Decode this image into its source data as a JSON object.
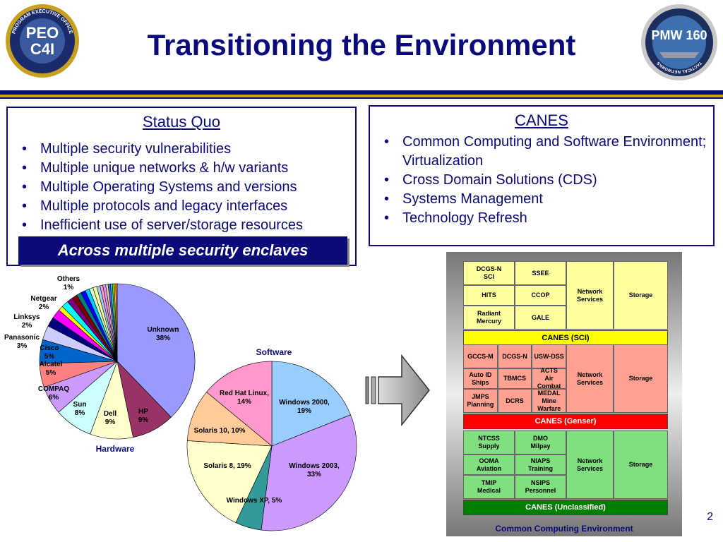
{
  "title": "Transitioning the Environment",
  "logos": {
    "left": {
      "line1": "PEO",
      "line2": "C4I",
      "ring_text": "PROGRAM EXECUTIVE OFFICE"
    },
    "right": {
      "text": "PMW 160",
      "ring_text": "TACTICAL NETWORKS"
    }
  },
  "status_quo": {
    "heading": "Status Quo",
    "items": [
      "Multiple security vulnerabilities",
      "Multiple unique networks & h/w variants",
      "Multiple Operating Systems and versions",
      "Multiple protocols and legacy interfaces",
      "Inefficient use of server/storage resources"
    ],
    "banner": "Across multiple security enclaves"
  },
  "canes": {
    "heading": "CANES",
    "items": [
      "Common Computing and Software Environment; Virtualization",
      "Cross Domain Solutions (CDS)",
      "Systems Management",
      "Technology Refresh"
    ]
  },
  "chart_data": [
    {
      "type": "pie",
      "title": "Hardware",
      "slices": [
        {
          "name": "Unknown",
          "label": "Unknown\n38%",
          "value": 38,
          "color": "#9999ff"
        },
        {
          "name": "HP",
          "label": "HP\n9%",
          "value": 9,
          "color": "#993366"
        },
        {
          "name": "Dell",
          "label": "Dell\n9%",
          "value": 9,
          "color": "#ffffcc"
        },
        {
          "name": "Sun",
          "label": "Sun\n8%",
          "value": 8,
          "color": "#ccffff"
        },
        {
          "name": "COMPAQ",
          "label": "COMPAQ\n6%",
          "value": 6,
          "color": "#cc99ff"
        },
        {
          "name": "Alcatel",
          "label": "Alcatel\n5%",
          "value": 5,
          "color": "#ff8080"
        },
        {
          "name": "Cisco",
          "label": "Cisco\n5%",
          "value": 5,
          "color": "#0066cc"
        },
        {
          "name": "Panasonic",
          "label": "Panasonic\n3%",
          "value": 3,
          "color": "#ccccff"
        },
        {
          "name": "Linksys",
          "label": "Linksys\n2%",
          "value": 2,
          "color": "#000080"
        },
        {
          "name": "Netgear",
          "label": "Netgear\n2%",
          "value": 2,
          "color": "#ff00ff"
        },
        {
          "name": "Others",
          "label": "Others\n1%",
          "value": 1,
          "color": "#ffff00"
        },
        {
          "value": 1.5,
          "color": "#00ffff"
        },
        {
          "value": 1.2,
          "color": "#800080"
        },
        {
          "value": 1.1,
          "color": "#800000"
        },
        {
          "value": 1,
          "color": "#008080"
        },
        {
          "value": 1,
          "color": "#0000ff"
        },
        {
          "value": 0.9,
          "color": "#00ccff"
        },
        {
          "value": 0.8,
          "color": "#ccffcc"
        },
        {
          "value": 0.8,
          "color": "#ffff99"
        },
        {
          "value": 0.7,
          "color": "#99ccff"
        },
        {
          "value": 0.6,
          "color": "#ff99cc"
        },
        {
          "value": 0.6,
          "color": "#cc99ff"
        },
        {
          "value": 0.5,
          "color": "#ffcc99"
        },
        {
          "value": 0.5,
          "color": "#3366ff"
        },
        {
          "value": 0.4,
          "color": "#33cccc"
        },
        {
          "value": 0.4,
          "color": "#99cc00"
        },
        {
          "value": 0.3,
          "color": "#ffcc00"
        },
        {
          "value": 0.3,
          "color": "#ff9900"
        }
      ]
    },
    {
      "type": "pie",
      "title": "Software",
      "slices": [
        {
          "name": "Windows 2000",
          "label": "Windows 2000,\n19%",
          "value": 19,
          "color": "#99ccff"
        },
        {
          "name": "Windows 2003",
          "label": "Windows 2003,\n33%",
          "value": 33,
          "color": "#cc99ff"
        },
        {
          "name": "Windows XP",
          "label": "Windows XP, 5%",
          "value": 5,
          "color": "#339999"
        },
        {
          "name": "Solaris 8",
          "label": "Solaris 8, 19%",
          "value": 19,
          "color": "#ffffcc"
        },
        {
          "name": "Solaris 10",
          "label": "Solaris 10, 10%",
          "value": 10,
          "color": "#ffcc99"
        },
        {
          "name": "Red Hat Linux",
          "label": "Red Hat Linux,\n14%",
          "value": 14,
          "color": "#ff99cc"
        }
      ]
    }
  ],
  "cce": {
    "title": "Common Computing Environment",
    "groups": [
      {
        "bar": "CANES (SCI)",
        "bar_color": "#ffff00",
        "bar_text_color": "#000000",
        "cell_color": "#ffffa0",
        "apps": [
          [
            "DCGS-N\nSCI",
            "SSEE"
          ],
          [
            "HITS",
            "CCOP"
          ],
          [
            "Radiant\nMercury",
            "GALE"
          ]
        ],
        "network": "Network\nServices",
        "storage": "Storage"
      },
      {
        "bar": "CANES  (Genser)",
        "bar_color": "#ff0000",
        "bar_text_color": "#ffffff",
        "cell_color": "#ffa090",
        "apps": [
          [
            "GCCS-M",
            "DCGS-N",
            "USW-DSS"
          ],
          [
            "Auto ID\nShips",
            "TBMCS",
            "ACTS\nAir Combat"
          ],
          [
            "JMPS\nPlanning",
            "DCRS",
            "MEDAL\nMine Warfare"
          ]
        ],
        "network": "Network\nServices",
        "storage": "Storage"
      },
      {
        "bar": "CANES (Unclassified)",
        "bar_color": "#008000",
        "bar_text_color": "#ffffff",
        "cell_color": "#80e080",
        "apps": [
          [
            "NTCSS\nSupply",
            "DMO\nMilpay"
          ],
          [
            "OOMA\nAviation",
            "NIAPS\nTraining"
          ],
          [
            "TMIP\nMedical",
            "NSIPS\nPersonnel"
          ]
        ],
        "network": "Network\nServices",
        "storage": "Storage"
      }
    ]
  },
  "page_number": "2",
  "colors": {
    "navy": "#0a0a7a",
    "gold": "#c8a020"
  }
}
